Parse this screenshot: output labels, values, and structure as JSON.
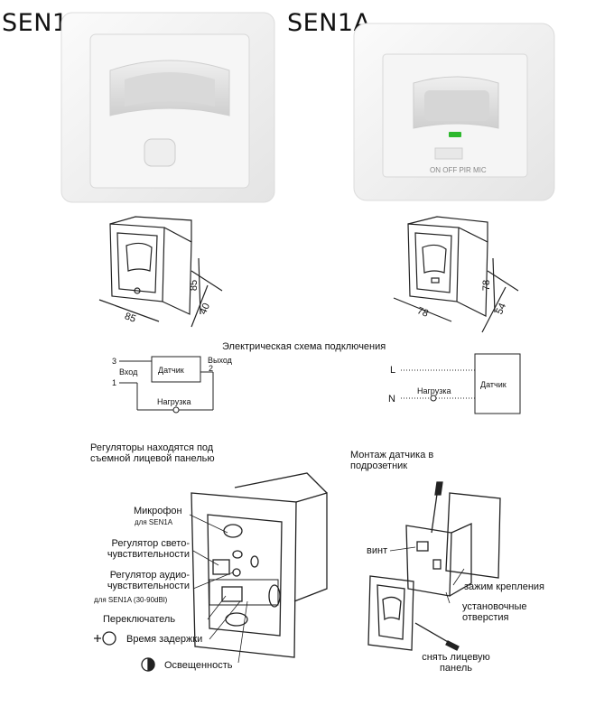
{
  "products": {
    "left_title": "SEN1",
    "right_title": "SEN1A",
    "switch_labels": "ON OFF PIR MIC"
  },
  "dimensions": {
    "left_width": "85",
    "left_height": "85",
    "left_depth": "40",
    "right_width": "78",
    "right_height": "78",
    "right_depth": "54"
  },
  "schematic": {
    "title": "Электрическая схема подключения",
    "sensor": "Датчик",
    "input": "Вход",
    "output": "Выход",
    "load": "Нагрузка",
    "pin1": "1",
    "pin2": "2",
    "pin3": "3",
    "L": "L",
    "N": "N"
  },
  "regulators": {
    "header": "Регуляторы находятся под съемной лицевой панелью",
    "mic": "Микрофон",
    "mic_sub": "для SEN1A",
    "light_reg": "Регулятор свето- чувствительности",
    "audio_reg": "Регулятор аудио- чувствительности",
    "audio_sub": "для SEN1A (30-90dBl)",
    "switch": "Переключатель",
    "delay": "Время задержки",
    "light": "Освещенность"
  },
  "mounting": {
    "header": "Монтаж датчика в подрозетник",
    "screw": "винт",
    "clamp": "зажим крепления",
    "holes": "установочные отверстия",
    "remove": "снять лицевую панель"
  },
  "colors": {
    "led": "#2db82d",
    "line": "#222222",
    "plate": "#f4f4f4"
  }
}
